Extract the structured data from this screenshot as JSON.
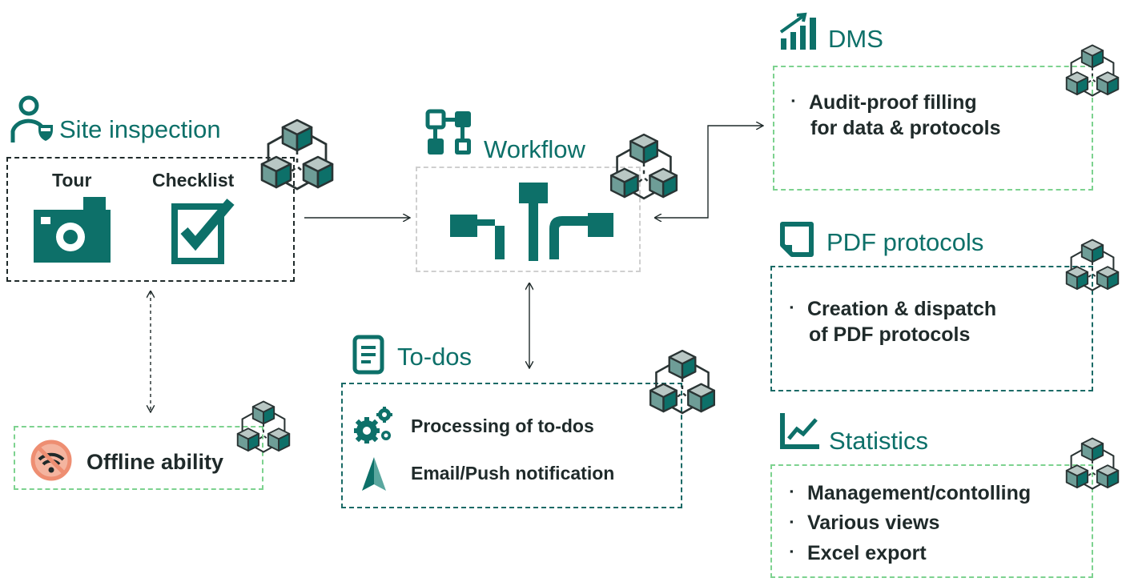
{
  "site_inspection": {
    "title": "Site inspection",
    "tour_label": "Tour",
    "checklist_label": "Checklist"
  },
  "workflow": {
    "title": "Workflow"
  },
  "todos": {
    "title": "To-dos",
    "items": [
      "Processing of to-dos",
      "Email/Push notification"
    ]
  },
  "offline": {
    "label": "Offline ability"
  },
  "dms": {
    "title": "DMS",
    "bullets": [
      "Audit-proof filling",
      "for data & protocols"
    ]
  },
  "pdf": {
    "title": "PDF protocols",
    "bullets": [
      "Creation & dispatch",
      "of PDF protocols"
    ]
  },
  "statistics": {
    "title": "Statistics",
    "bullets": [
      "Management/contolling",
      "Various views",
      "Excel export"
    ]
  },
  "colors": {
    "teal": "#0d7069",
    "dark": "#1f2a2a",
    "green_dash": "#7dd28f",
    "grey_dash": "#cfcfcf",
    "offline_orange": "#f2a58e"
  },
  "icons": [
    "person-shield-icon",
    "camera-icon",
    "checkbox-icon",
    "workflow-icon",
    "document-icon",
    "gears-icon",
    "navigation-arrow-icon",
    "no-wifi-icon",
    "bar-chart-icon",
    "page-icon",
    "line-chart-icon",
    "cubes-network-icon"
  ]
}
